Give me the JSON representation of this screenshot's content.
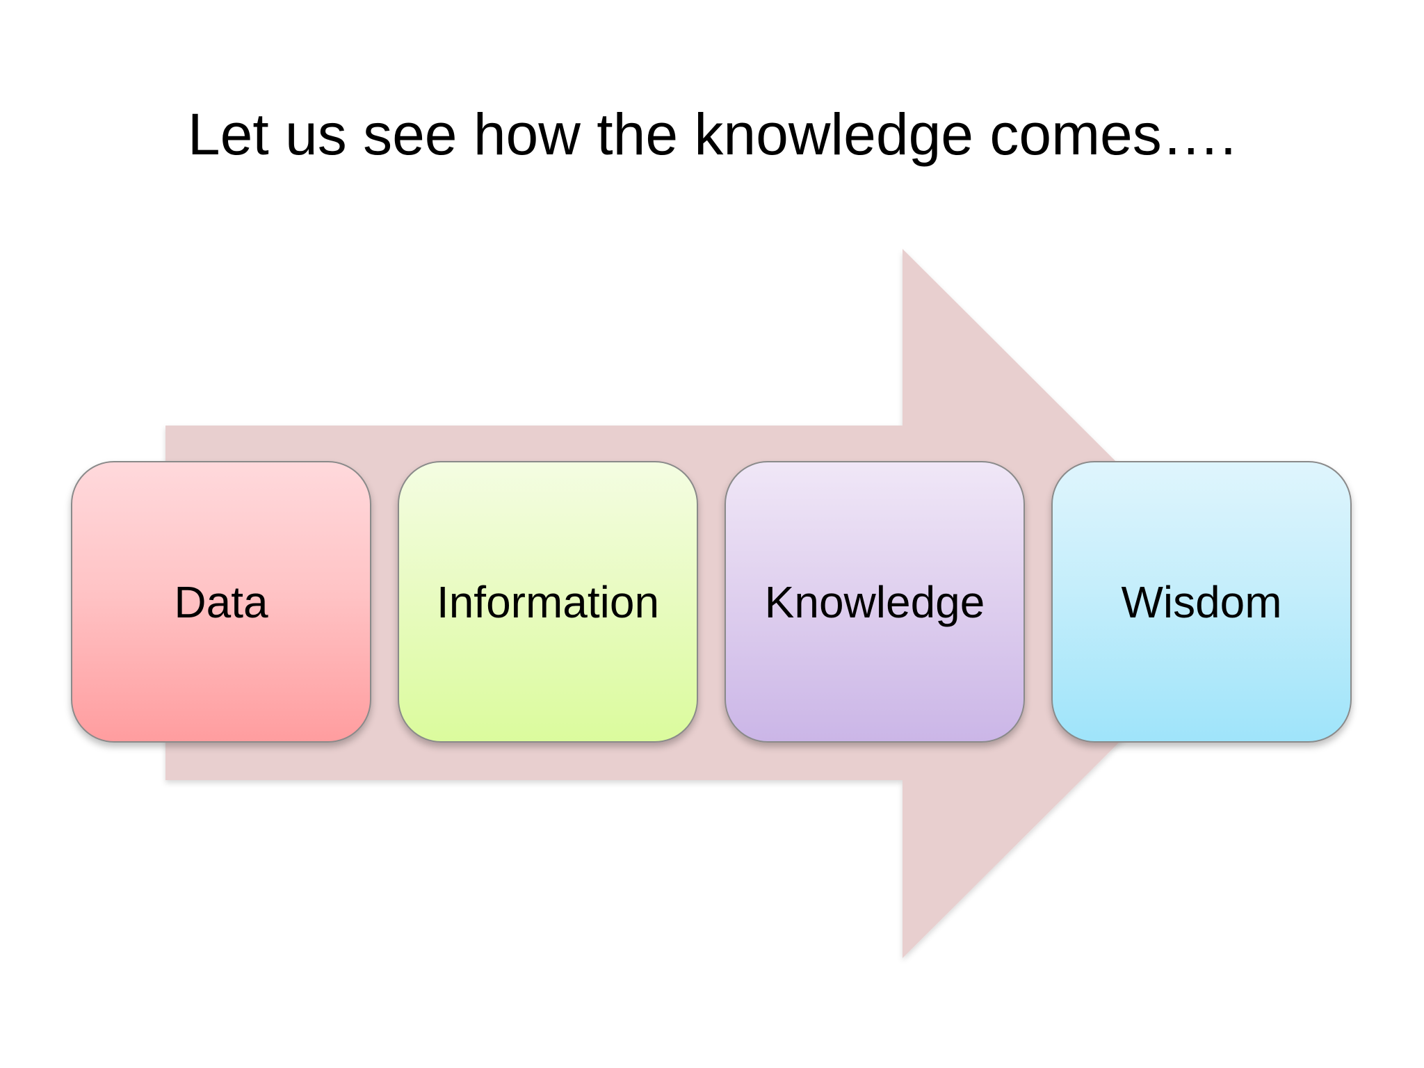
{
  "title": "Let us see how the knowledge comes….",
  "stages": [
    {
      "label": "Data",
      "color": "#ffb3b5"
    },
    {
      "label": "Information",
      "color": "#e4fbb0"
    },
    {
      "label": "Knowledge",
      "color": "#d8c4eb"
    },
    {
      "label": "Wisdom",
      "color": "#b4ebfb"
    }
  ],
  "arrow": {
    "color": "#e8cfcf",
    "direction": "right"
  }
}
